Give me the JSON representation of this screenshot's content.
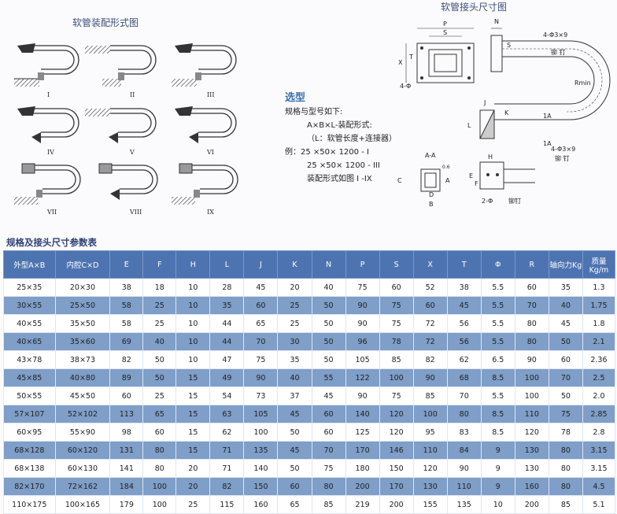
{
  "titles": {
    "assembly": "软管装配形式图",
    "connector": "软管接头尺寸图"
  },
  "assembly_labels": [
    "I",
    "II",
    "III",
    "IV",
    "V",
    "VI",
    "VII",
    "VIII",
    "IX"
  ],
  "connector_labels": {
    "P": "P",
    "S": "S",
    "N": "N",
    "T": "T",
    "X": "X",
    "phi_left": "4-Φ",
    "hole_top": "4-Φ3×9",
    "rivet_top": "铆 钉",
    "rmin": "Rmin",
    "A1": "1A",
    "A2": "1A",
    "J": "J",
    "K": "K",
    "L": "L",
    "hole_bottom": "4-Φ3×9",
    "rivet_bottom": "铆 钉",
    "AA": "A-A",
    "dim06": "0.6",
    "C": "C",
    "A": "A",
    "D": "D",
    "B": "B",
    "H": "H",
    "E": "E",
    "F": "F",
    "phi2": "2-Φ",
    "rivet2": "铆钉"
  },
  "selection": {
    "heading": "选型",
    "lines": [
      "规格与型号如下:",
      "A×B×L-装配形式:",
      "（L：软管长度+连接器）",
      "例：25 ×50× 1200 - I",
      "25 ×50× 1200 - III",
      "装配形式如图 I -IX"
    ]
  },
  "table": {
    "title": "规格及接头尺寸参数表",
    "headers": [
      "外型A×B",
      "内腔C×D",
      "E",
      "F",
      "H",
      "L",
      "J",
      "K",
      "N",
      "P",
      "S",
      "X",
      "T",
      "Φ",
      "R",
      "轴向力Kg",
      "质量Kg/m"
    ],
    "rows": [
      [
        "25×35",
        "20×30",
        "38",
        "18",
        "10",
        "28",
        "45",
        "20",
        "40",
        "75",
        "60",
        "52",
        "38",
        "5.5",
        "60",
        "35",
        "1.3"
      ],
      [
        "30×55",
        "25×50",
        "58",
        "25",
        "10",
        "35",
        "60",
        "25",
        "50",
        "90",
        "75",
        "60",
        "45",
        "5.5",
        "70",
        "40",
        "1.75"
      ],
      [
        "40×55",
        "35×50",
        "58",
        "25",
        "10",
        "44",
        "65",
        "25",
        "50",
        "90",
        "75",
        "72",
        "56",
        "5.5",
        "80",
        "45",
        "1.8"
      ],
      [
        "40×65",
        "35×60",
        "69",
        "40",
        "10",
        "44",
        "70",
        "30",
        "50",
        "96",
        "78",
        "72",
        "56",
        "5.5",
        "80",
        "50",
        "2.1"
      ],
      [
        "43×78",
        "38×73",
        "82",
        "50",
        "10",
        "47",
        "75",
        "35",
        "50",
        "105",
        "85",
        "82",
        "62",
        "6.5",
        "90",
        "60",
        "2.36"
      ],
      [
        "45×85",
        "40×80",
        "89",
        "50",
        "15",
        "49",
        "90",
        "40",
        "55",
        "122",
        "100",
        "90",
        "68",
        "8.5",
        "100",
        "70",
        "2.5"
      ],
      [
        "50×55",
        "45×50",
        "60",
        "25",
        "15",
        "54",
        "73",
        "37",
        "45",
        "90",
        "75",
        "85",
        "70",
        "5.5",
        "100",
        "50",
        "2.0"
      ],
      [
        "57×107",
        "52×102",
        "113",
        "65",
        "15",
        "63",
        "105",
        "45",
        "60",
        "140",
        "120",
        "100",
        "80",
        "8.5",
        "110",
        "75",
        "2.85"
      ],
      [
        "60×95",
        "55×90",
        "98",
        "60",
        "15",
        "62",
        "100",
        "50",
        "60",
        "125",
        "120",
        "95",
        "83",
        "8.5",
        "120",
        "78",
        "2.8"
      ],
      [
        "68×128",
        "60×120",
        "131",
        "80",
        "15",
        "71",
        "135",
        "45",
        "70",
        "170",
        "146",
        "110",
        "84",
        "9",
        "130",
        "80",
        "3.15"
      ],
      [
        "68×138",
        "60×130",
        "141",
        "80",
        "20",
        "71",
        "140",
        "50",
        "75",
        "180",
        "150",
        "120",
        "90",
        "9",
        "130",
        "80",
        "3.15"
      ],
      [
        "82×170",
        "72×162",
        "184",
        "100",
        "20",
        "82",
        "150",
        "60",
        "80",
        "200",
        "170",
        "130",
        "110",
        "9",
        "160",
        "80",
        "4.5"
      ],
      [
        "110×175",
        "100×165",
        "179",
        "100",
        "25",
        "115",
        "160",
        "65",
        "85",
        "219",
        "200",
        "155",
        "135",
        "10",
        "200",
        "85",
        "5.1"
      ]
    ]
  }
}
